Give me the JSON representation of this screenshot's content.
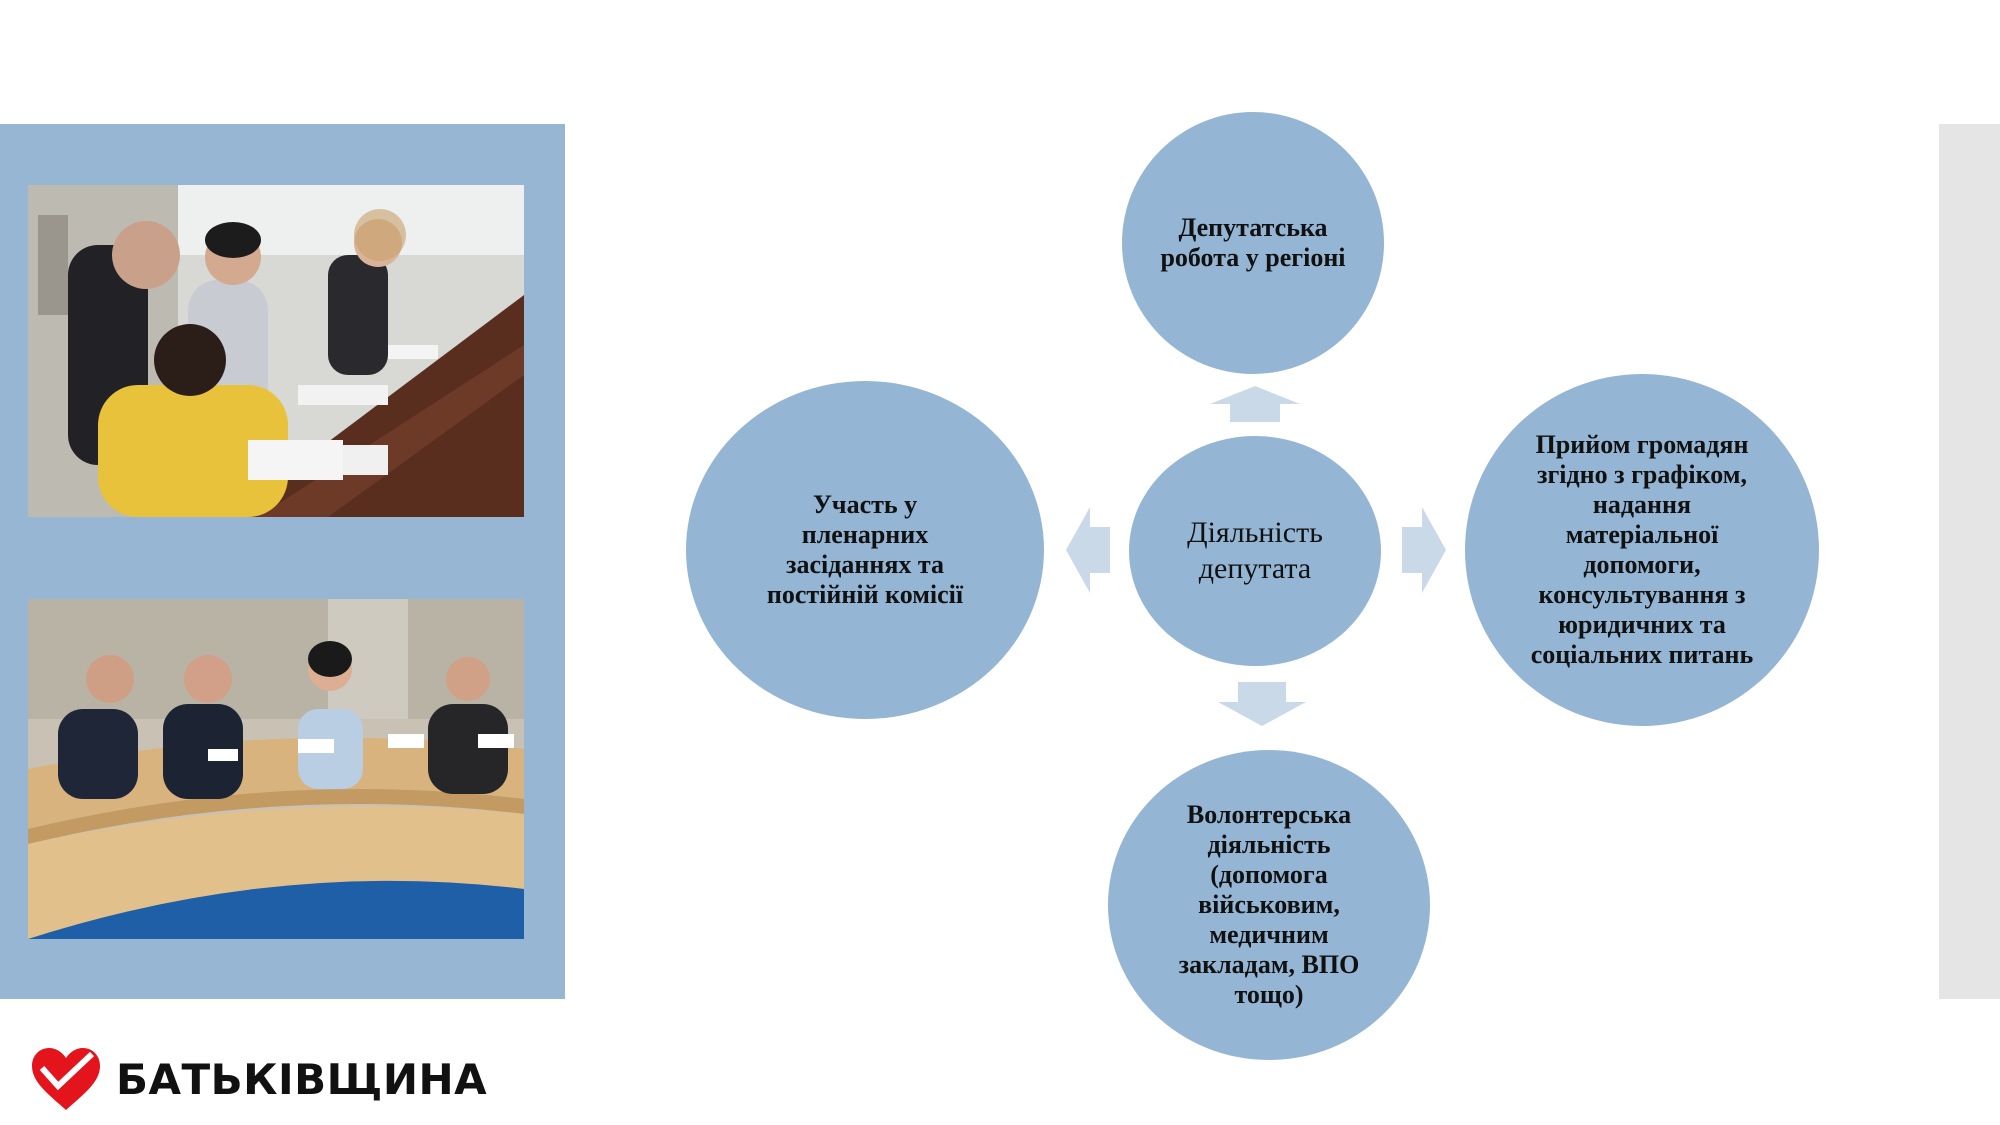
{
  "diagram": {
    "center": "Діяльність депутата",
    "top": "Депутатська робота у регіоні",
    "left": "Участь у пленарних засіданнях та постійній комісії",
    "right": "Прийом громадян згідно з графіком, надання матеріальної допомоги, консультування з юридичних та соціальних питань",
    "bottom": "Волонтерська діяльність (допомога військовим, медичним закладам, ВПО тощо)"
  },
  "logo": {
    "text": "БАТЬКІВЩИНА"
  },
  "colors": {
    "panel": "#96b6d3",
    "circle": "#94b5d3",
    "arrow": "#c9d9e8",
    "strip": "#e5e5e5",
    "logo_red": "#e3141b"
  }
}
